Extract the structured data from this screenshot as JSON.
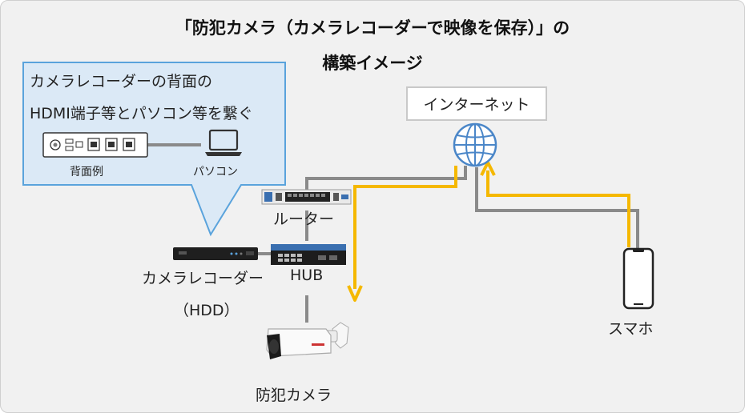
{
  "title": {
    "line1": "「防犯カメラ（カメラレコーダーで映像を保存）」の",
    "line2": "構築イメージ"
  },
  "callout": {
    "line1": "カメラレコーダーの背面の",
    "line2": "HDMI端子等とパソコン等を繋ぐ",
    "rear_label": "背面例",
    "pc_label": "パソコン"
  },
  "devices": {
    "internet": "インターネット",
    "router": "ルーター",
    "recorder": "カメラレコーダー",
    "recorder_sub": "（HDD）",
    "hub": "HUB",
    "camera": "防犯カメラ",
    "smartphone": "スマホ"
  },
  "colors": {
    "background": "#f1f1f1",
    "callout_fill": "#dbe9f6",
    "callout_border": "#5aa3dc",
    "wire": "#8a8a8a",
    "data_flow": "#f5b800",
    "globe": "#4a86c8"
  }
}
